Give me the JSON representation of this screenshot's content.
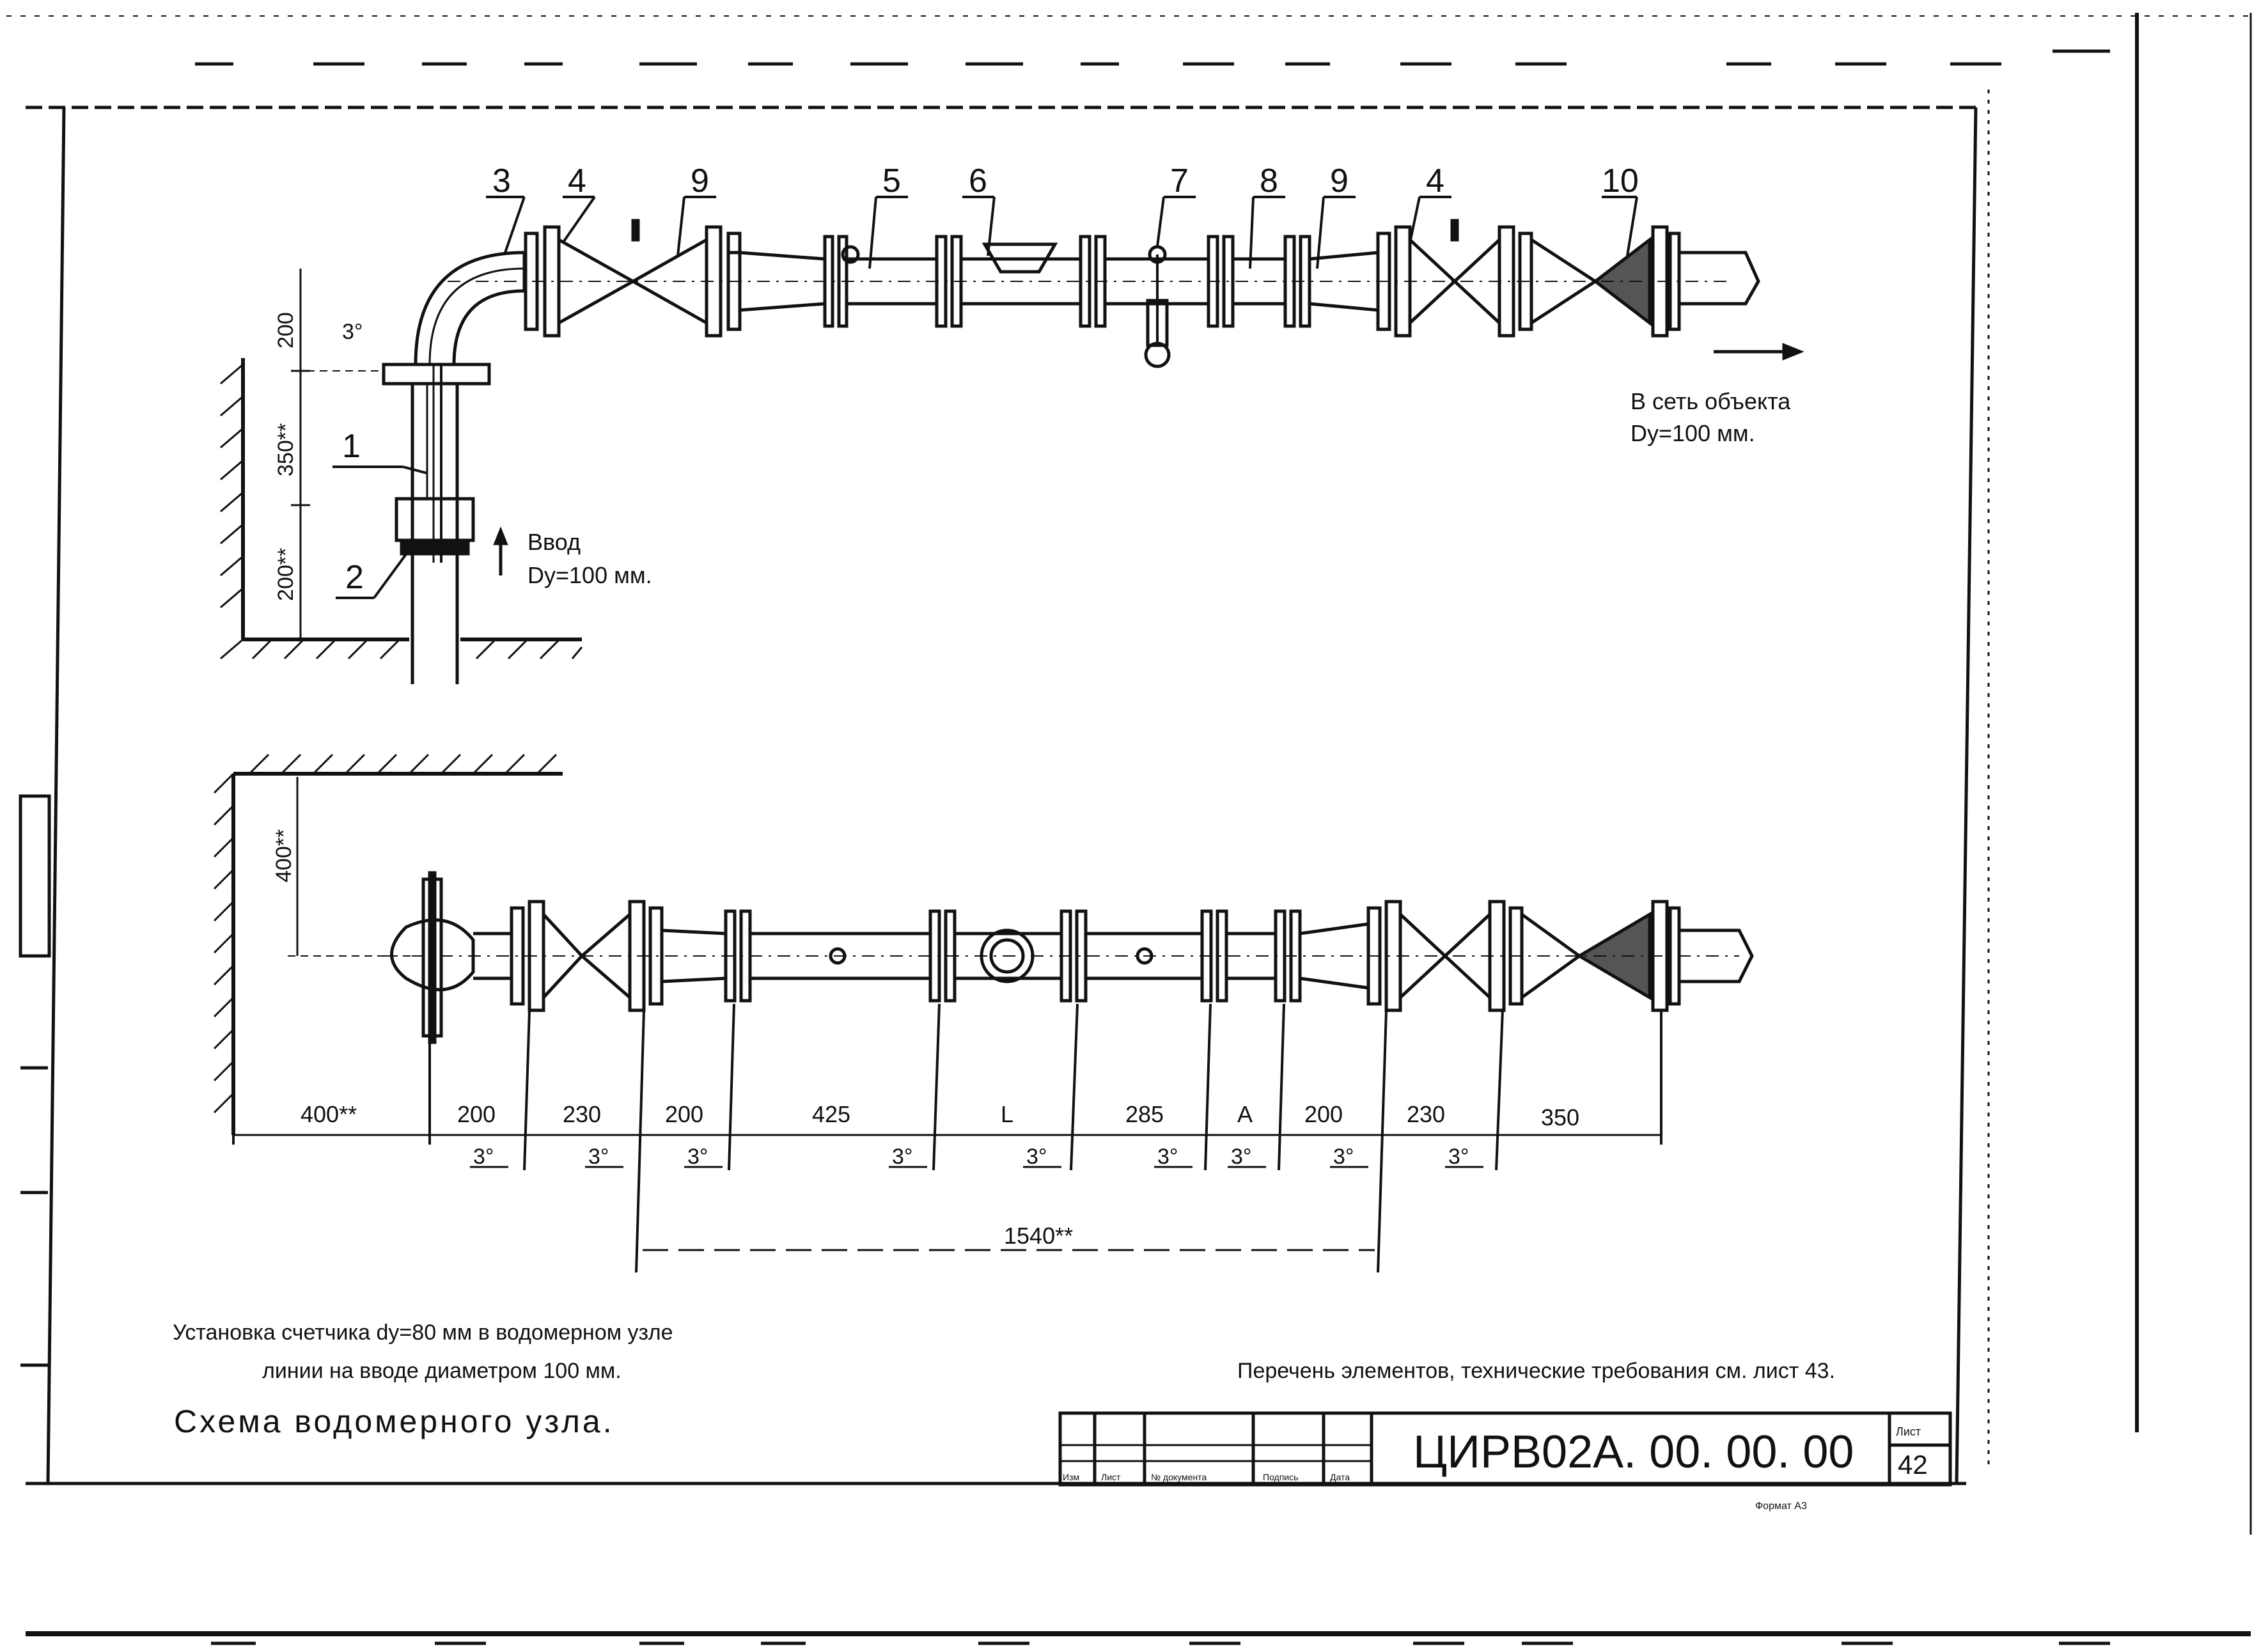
{
  "callouts": [
    "3",
    "4",
    "9",
    "5",
    "6",
    "7",
    "8",
    "9",
    "4",
    "10"
  ],
  "left_callouts": [
    "1",
    "2"
  ],
  "top_view": {
    "outlet_text_1": "В сеть объекта",
    "outlet_text_2": "Dy=100 мм.",
    "inlet_text_1": "Ввод",
    "inlet_text_2": "Dy=100 мм.",
    "angle": "3°",
    "dims": [
      "200",
      "350**",
      "200**"
    ]
  },
  "plan_view": {
    "wall_dim": "400**",
    "dims": [
      "400**",
      "200",
      "230",
      "200",
      "425",
      "L",
      "285",
      "A",
      "200",
      "230",
      "350"
    ],
    "angles": [
      "3°",
      "3°",
      "3°",
      "3°",
      "3°",
      "3°",
      "3°",
      "3°",
      "3°"
    ],
    "overall": "1540**"
  },
  "caption": {
    "line1": "Установка счетчика dy=80 мм в водомерном узле",
    "line2": "линии на вводе диаметром 100 мм.",
    "title": "Схема водомерного узла.",
    "note": "Перечень элементов, технические требования см. лист 43."
  },
  "title_block": {
    "code": "ЦИРВ02А. 00. 00. 00",
    "sheet_label": "Лист",
    "sheet_number": "42",
    "columns": [
      "Изм",
      "Лист",
      "№ документа",
      "Подпись",
      "Дата"
    ],
    "format": "Формат А3"
  }
}
